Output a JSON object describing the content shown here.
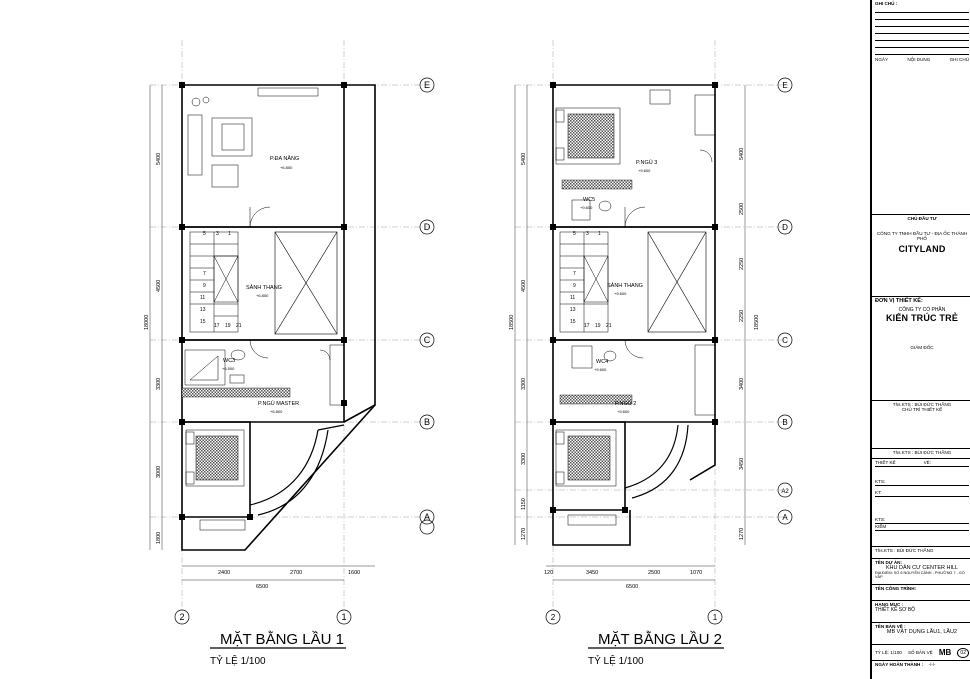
{
  "plans": [
    {
      "title": "MẶT BẰNG  LẦU 1",
      "scale": "TỶ LỆ 1/100",
      "grid_rows": [
        "E",
        "D",
        "C",
        "B",
        "A"
      ],
      "grid_cols": [
        "2",
        "1"
      ],
      "dims_bottom": [
        "2400",
        "2700",
        "1600"
      ],
      "dim_total_bottom": "6500",
      "dims_left": [
        "5400",
        "4500",
        "3300",
        "3000",
        "1800"
      ],
      "dim_total_left": "18000",
      "rooms": {
        "p_da_nang": "P.ĐA NĂNG",
        "sanh_thang": "SẢNH THANG",
        "wc": "WC3",
        "p_ngu": "P.NGỦ MASTER"
      },
      "levels": [
        "+6.800",
        "+6.800",
        "+6.500",
        "+6.800"
      ],
      "stairs": [
        "5",
        "3",
        "1",
        "7",
        "9",
        "11",
        "13",
        "15",
        "17",
        "19",
        "21"
      ]
    },
    {
      "title": "MẶT BẰNG  LẦU 2",
      "scale": "TỶ LỆ 1/100",
      "grid_rows": [
        "E",
        "D",
        "C",
        "B",
        "A2",
        "A"
      ],
      "grid_cols": [
        "2",
        "1"
      ],
      "dims_bottom": [
        "120",
        "3450",
        "2500",
        "1070"
      ],
      "dim_total_bottom": "6500",
      "dims_left": [
        "5400",
        "4500",
        "3300",
        "3300",
        "1150",
        "1270"
      ],
      "dim_total_left": "18500",
      "dims_right": [
        "5400",
        "2500",
        "2250",
        "2250",
        "3400",
        "3450",
        "1270"
      ],
      "dim_total_right": "18500",
      "rooms": {
        "p_ngu3": "P.NGỦ 3",
        "wc5": "WC5",
        "sanh_thang": "SẢNH THANG",
        "wc4": "WC4",
        "p_ngu2": "P.NGỦ 2"
      },
      "levels": [
        "+9.600",
        "+9.600",
        "+9.600",
        "+9.600",
        "+9.600"
      ],
      "stairs": [
        "5",
        "3",
        "1",
        "7",
        "9",
        "11",
        "13",
        "15",
        "17",
        "19",
        "21"
      ]
    }
  ],
  "title_block": {
    "notes_label": "GHI CHÚ :",
    "revision_cols": [
      "NGÀY",
      "NỘI DUNG",
      "GHI CHÚ"
    ],
    "owner_label": "CHỦ ĐẦU TƯ",
    "owner_company": "CÔNG TY TNHH ĐẦU TƯ - ĐỊA ỐC THÀNH PHỐ",
    "owner_logo": "CITYLAND",
    "designer_label": "ĐƠN VỊ THIẾT KẾ:",
    "designer_company": "CÔNG TY CỔ PHẦN",
    "designer_logo": "KIẾN TRÚC TRẺ",
    "director_label": "GIÁM ĐỐC",
    "signatory_1": "Ths.KTS : BÙI ĐỨC THẮNG",
    "chief_label": "CHỦ TRÌ THIẾT KẾ",
    "signatory_2": "Ths.KTS : BÙI ĐỨC THẮNG",
    "designer_row": "THIẾT KẾ",
    "kts_row": "KTS:",
    "ve_row": "VẼ:",
    "kt_row": "KT:",
    "kiem_row": "KIỂM",
    "signatory_3": "Ths.KTS : BÙI ĐỨC THẮNG",
    "project_label": "TÊN DỰ ÁN:",
    "project_name": "KHU DÂN CƯ CENTER HILL",
    "project_address": "ĐỊA ĐIỂM: SỐ 6 NGUYỄN CẢNH - PHƯỜNG 7 - GÒ VẤP",
    "works_label": "TÊN CÔNG TRÌNH:",
    "category_label": "HẠNG MỤC :",
    "category": "THIẾT KẾ SƠ BỘ",
    "drawing_label": "TÊN BẢN VẼ :",
    "drawing_name": "MB VẬT DỤNG LẦU1, LẦU2",
    "scale_label": "TỶ LỆ: 1/100",
    "sheet_no_label": "SỐ BẢN VẼ",
    "sheet_code": "MB",
    "sheet_num": "02",
    "date_label": "NGÀY HOÀN THÀNH :",
    "date_value": "-/-/-"
  }
}
